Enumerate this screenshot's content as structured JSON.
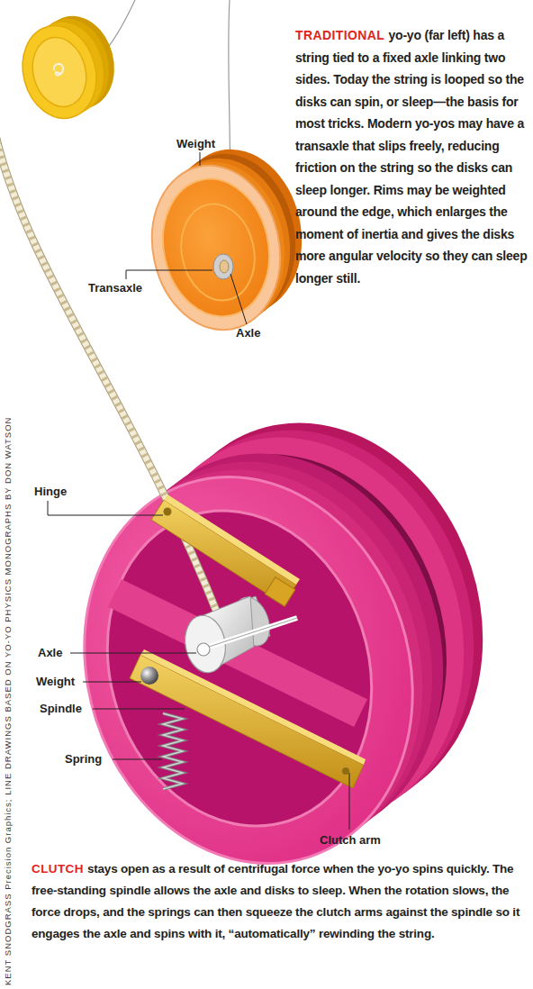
{
  "diagram": {
    "labels": [
      "TRADITIONAL",
      "yo-yo (far left) has a string tied to a fixed axle linking two sides. Today the string is looped so the disks can spin, or sleep—the basis for most tricks. Modern yo-yos may have a transaxle that slips freely, reducing friction on the string so the disks can sleep longer. Rims may be weighted around the edge, which enlarges the moment of inertia and gives the disks more angular velocity so they can sleep longer still.",
      "Weight",
      "Transaxle",
      "Axle",
      "Hinge",
      "Axle",
      "Weight",
      "Spindle",
      "Spring",
      "Clutch arm",
      "CLUTCH",
      "stays open as a result of centrifugal force when the yo-yo spins quickly. The free-standing spindle allows the axle and disks to sleep. When the rotation slows, the force drops, and the springs can then squeeze the clutch arms against the spindle so it engages the axle and spins with it, “automatically” rewinding the string.",
      "KENT SNODGRASS Precision Graphics; LINE DRAWINGS BASED ON YO-YO PHYSICS MONOGRAPHS BY DON WATSON"
    ]
  }
}
